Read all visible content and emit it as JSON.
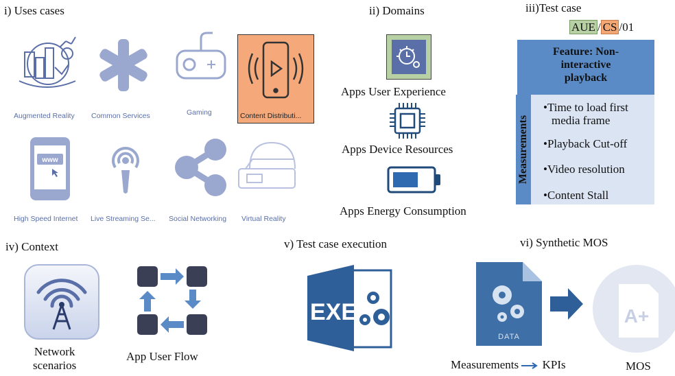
{
  "sections": {
    "use_cases": "i) Uses cases",
    "domains": "ii) Domains",
    "test_case": "iii)Test case",
    "context": "iv) Context",
    "execution": "v) Test case execution",
    "mos": "vi) Synthetic MOS"
  },
  "use_cases": [
    {
      "label": "Augmented Reality",
      "icon": "augmented-reality-icon"
    },
    {
      "label": "Common Services",
      "icon": "asterisk-icon"
    },
    {
      "label": "Gaming",
      "icon": "gamepad-icon"
    },
    {
      "label": "Content Distributi...",
      "icon": "phone-video-icon"
    },
    {
      "label": "High Speed Internet",
      "icon": "phone-www-icon"
    },
    {
      "label": "Live Streaming Se...",
      "icon": "podcast-icon"
    },
    {
      "label": "Social Networking",
      "icon": "share-icon"
    },
    {
      "label": "Virtual Reality",
      "icon": "vr-headset-icon"
    }
  ],
  "domains": [
    {
      "label": "Apps User Experience",
      "icon": "gear-clock-icon"
    },
    {
      "label": "Apps Device Resources",
      "icon": "cpu-chip-icon"
    },
    {
      "label": "Apps Energy Consumption",
      "icon": "battery-icon"
    }
  ],
  "test_case": {
    "code_part1": "AUE",
    "sep1": "/",
    "code_part2": "CS",
    "sep2": "/01",
    "feature_line1": "Feature: Non-",
    "feature_line2": "interactive",
    "feature_line3": "playback",
    "measurements_title": "Measurements",
    "measurements": [
      "•Time to load first",
      "media frame",
      "•Playback Cut-off",
      "•Video resolution",
      "•Content Stall"
    ]
  },
  "context": {
    "network_line1": "Network",
    "network_line2": "scenarios",
    "flow": "App User Flow"
  },
  "execution": {
    "exe_text": "EXE"
  },
  "mos": {
    "data_text": "DATA",
    "measurements": "Measurements",
    "kpis": "KPIs",
    "mos": "MOS",
    "grade": "A+"
  },
  "colors": {
    "icon_blue": "#5a6fa8",
    "icon_light": "#9aa7cf",
    "feature_blue": "#5b8bc6",
    "meas_bg": "#dbe4f3",
    "content_highlight": "#f5a97a",
    "exe_blue": "#2f5f98"
  }
}
